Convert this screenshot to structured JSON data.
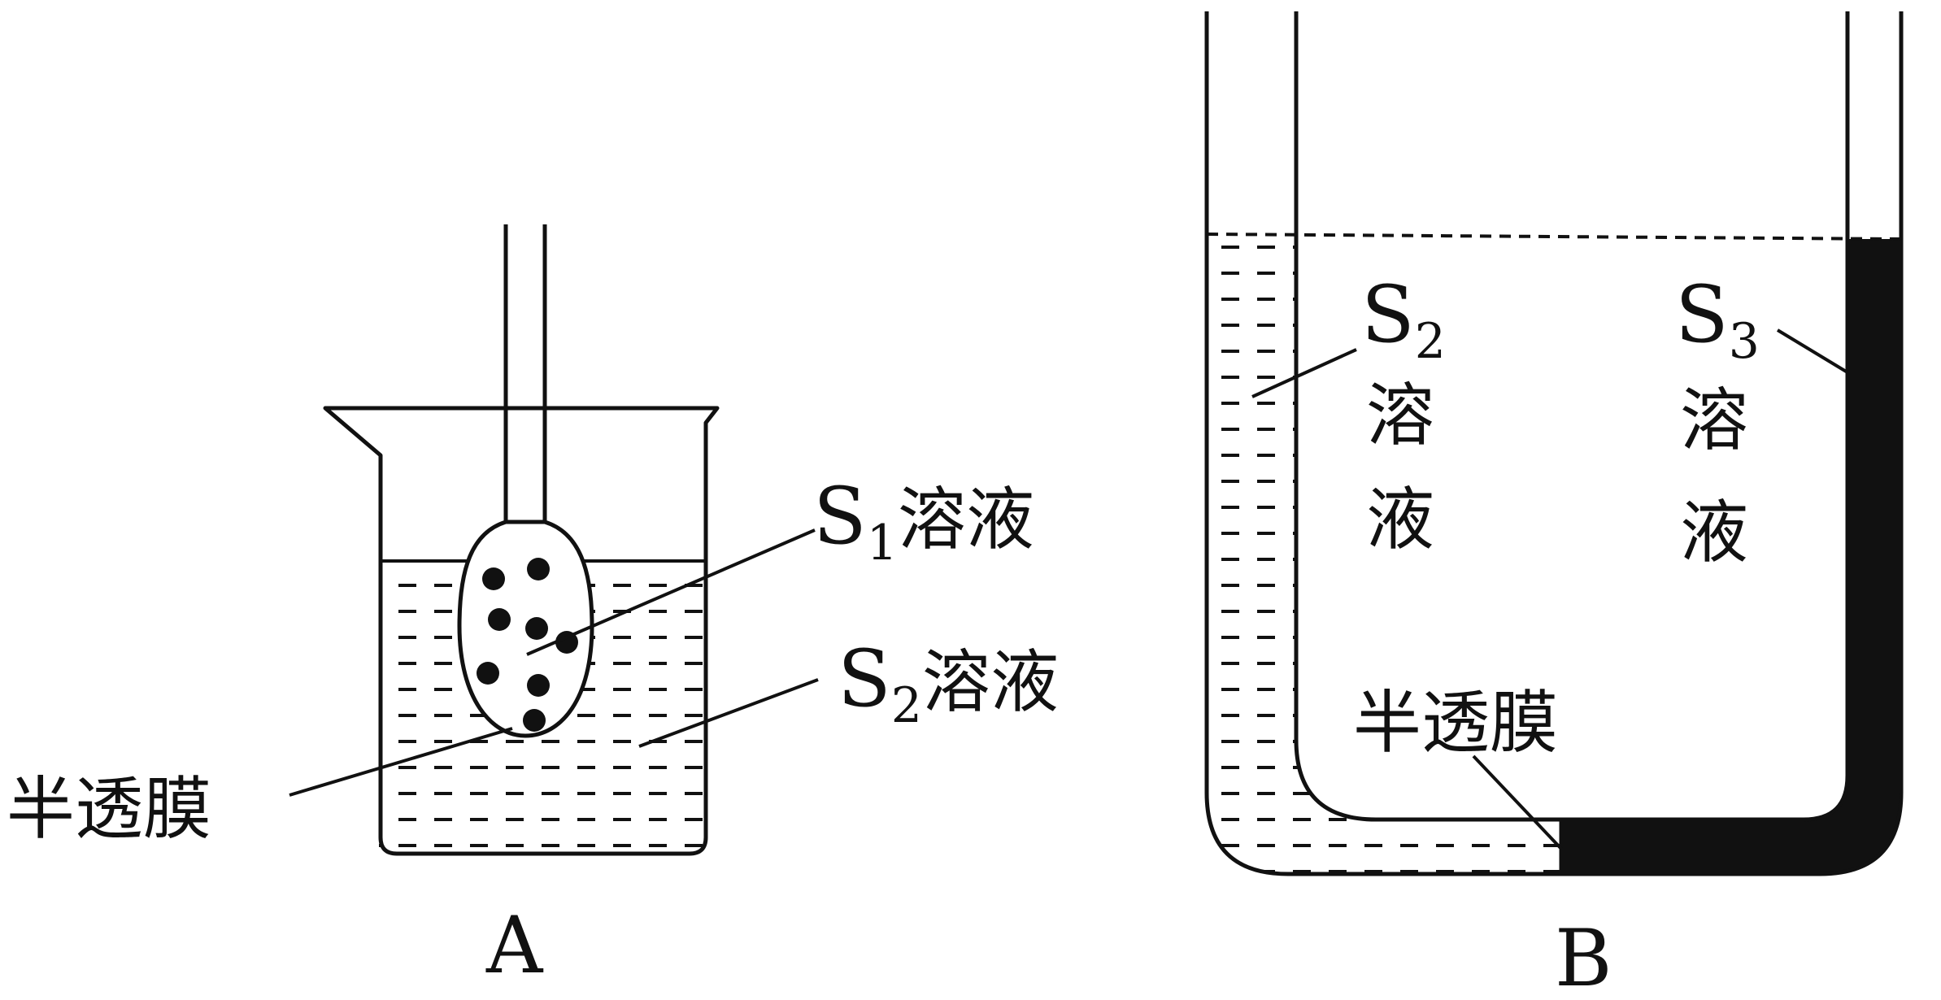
{
  "figure_a": {
    "caption": "A",
    "inner_solution": {
      "letter": "S",
      "subscript": "1",
      "text": "溶液"
    },
    "outer_solution": {
      "letter": "S",
      "subscript": "2",
      "text": "溶液"
    },
    "membrane_label": "半透膜"
  },
  "figure_b": {
    "caption": "B",
    "left_solution": {
      "letter": "S",
      "subscript": "2",
      "char1": "溶",
      "char2": "液"
    },
    "right_solution": {
      "letter": "S",
      "subscript": "3",
      "char1": "溶",
      "char2": "液"
    },
    "membrane_label": "半透膜"
  },
  "colors": {
    "ink": "#111111",
    "paper": "#ffffff"
  }
}
